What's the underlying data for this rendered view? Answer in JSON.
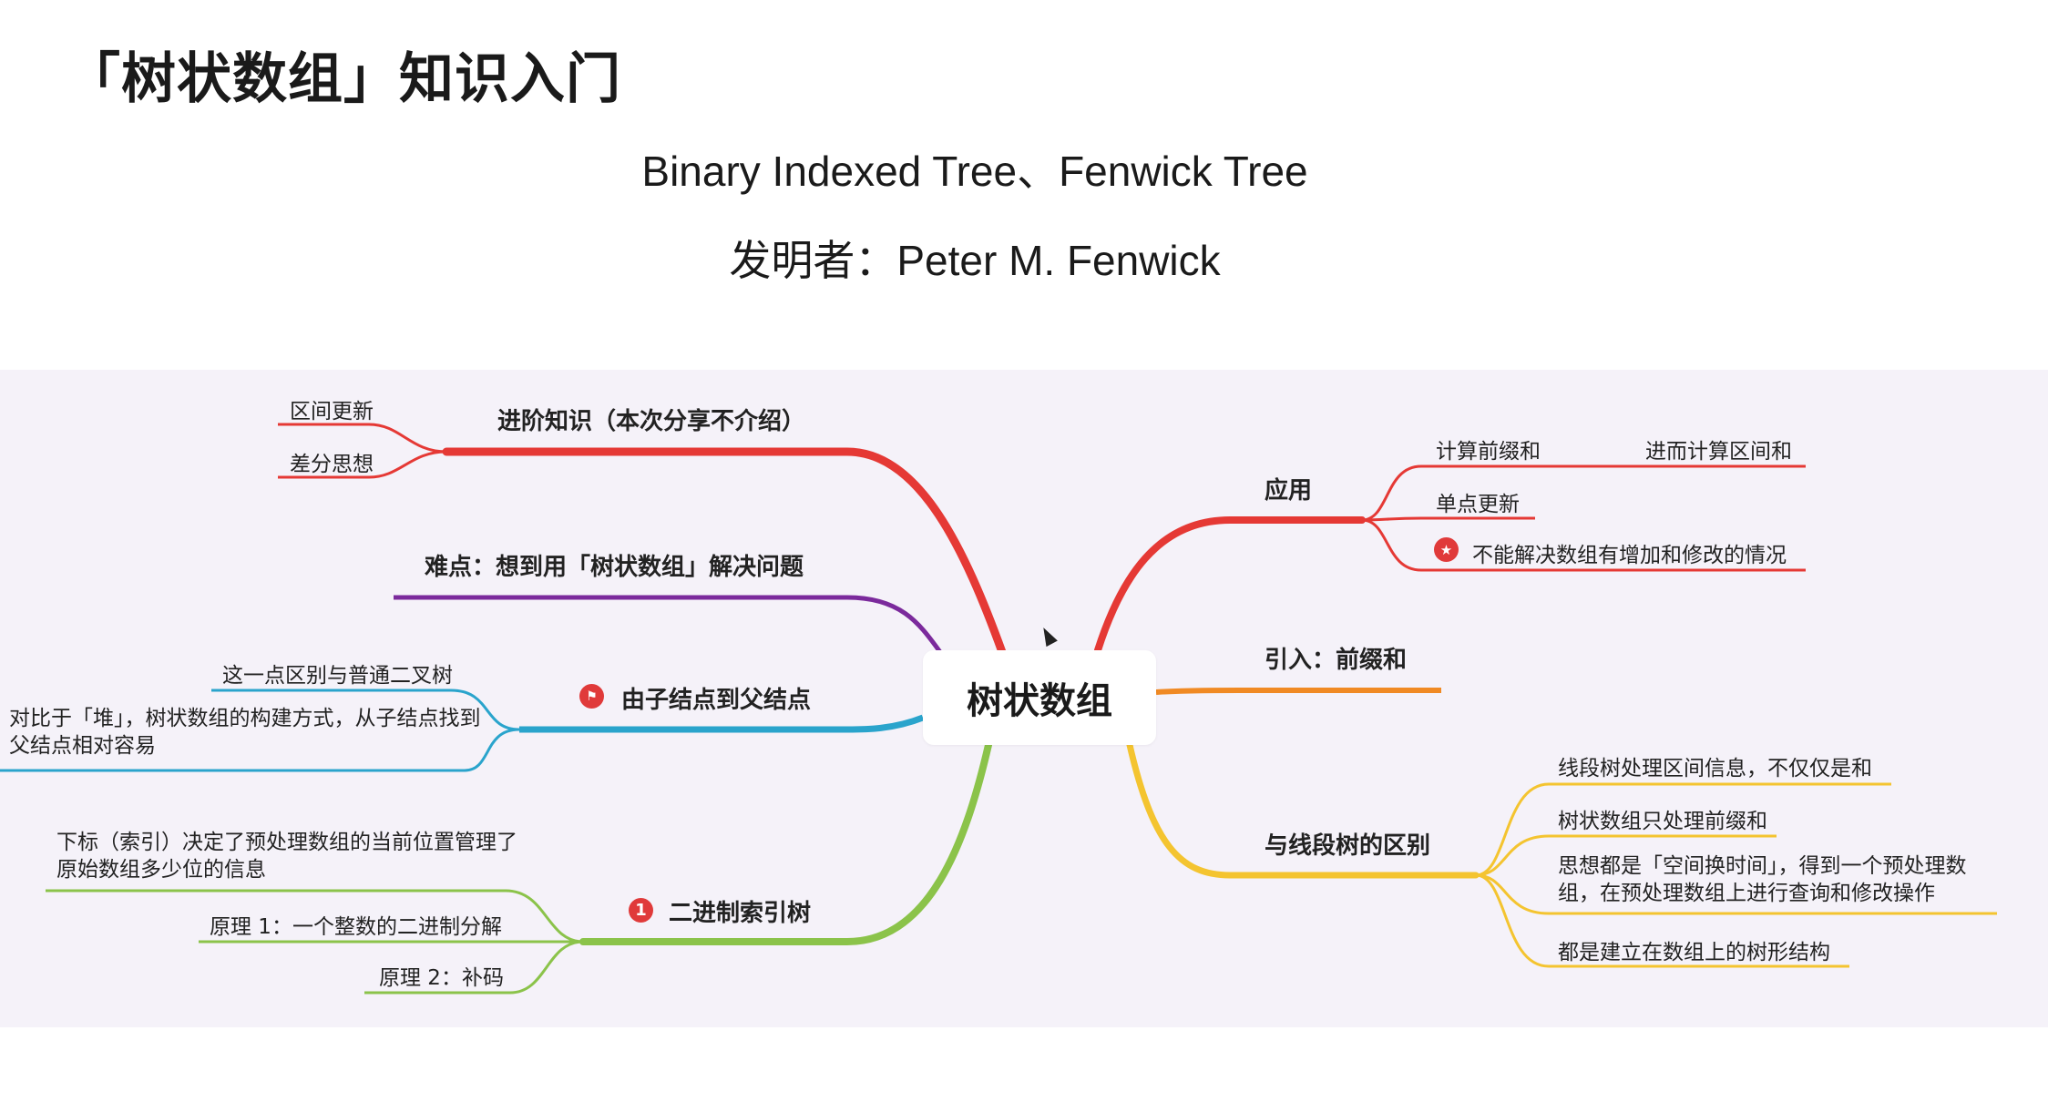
{
  "slide": {
    "title": "「树状数组」知识入门",
    "subtitle": "Binary Indexed Tree、Fenwick Tree",
    "inventor": "发明者：Peter M. Fenwick"
  },
  "mindmap": {
    "center": "树状数组",
    "branches": {
      "advanced": {
        "label": "进阶知识（本次分享不介绍）",
        "color": "#e53935",
        "children": [
          "区间更新",
          "差分思想"
        ]
      },
      "difficulty": {
        "label": "难点：想到用「树状数组」解决问题",
        "color": "#7b2a9c"
      },
      "child_to_parent": {
        "label": "由子结点到父结点",
        "color": "#2aa4cc",
        "icon": "flag-icon",
        "children": [
          "这一点区别与普通二叉树",
          "对比于「堆」，树状数组的构建方式，从子结点找到父结点相对容易"
        ]
      },
      "binary_index_tree": {
        "label": "二进制索引树",
        "color": "#8bc34a",
        "icon": "1",
        "children": [
          "下标（索引）决定了预处理数组的当前位置管理了原始数组多少位的信息",
          "原理 1：一个整数的二进制分解",
          "原理 2：补码"
        ]
      },
      "application": {
        "label": "应用",
        "color": "#e53935",
        "children": [
          "计算前缀和",
          "进而计算区间和",
          "单点更新",
          "不能解决数组有增加和修改的情况"
        ],
        "warning_icon": "star-icon"
      },
      "intro": {
        "label": "引入：前缀和",
        "color": "#f08a24"
      },
      "vs_segment_tree": {
        "label": "与线段树的区别",
        "color": "#f4c430",
        "children": [
          "线段树处理区间信息，不仅仅是和",
          "树状数组只处理前缀和",
          "思想都是「空间换时间」，得到一个预处理数组，在预处理数组上进行查询和修改操作",
          "都是建立在数组上的树形结构"
        ]
      }
    }
  }
}
